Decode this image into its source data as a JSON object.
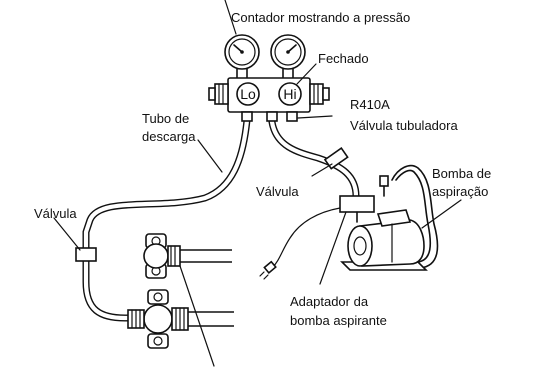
{
  "labels": {
    "pressure_gauge": "Contador mostrando a pressão",
    "closed": "Fechado",
    "low_side": "Lo",
    "high_side": "Hi",
    "refrigerant": "R410A",
    "manifold_valve": "Válvula tubuladora",
    "discharge_hose_line1": "Tubo de",
    "discharge_hose_line2": "descarga",
    "valve_upper": "Válvula",
    "valve_left": "Válvula",
    "vacuum_pump_line1": "Bomba de",
    "vacuum_pump_line2": "aspiração",
    "pump_adapter_line1": "Adaptador da",
    "pump_adapter_line2": "bomba aspirante"
  }
}
